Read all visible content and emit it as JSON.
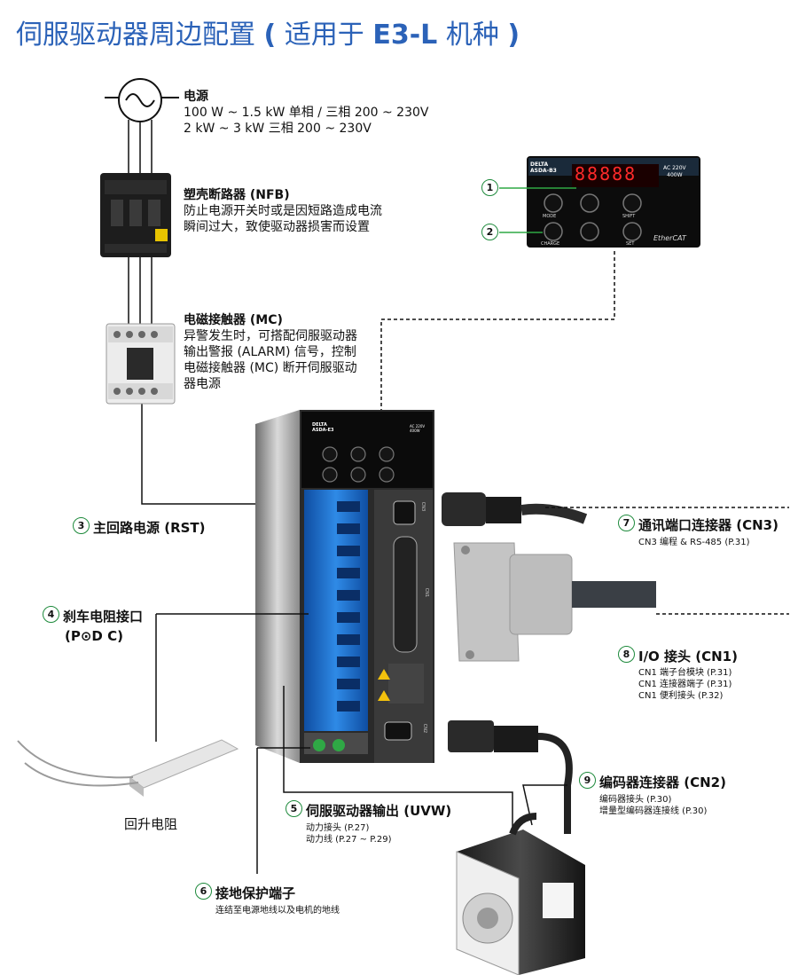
{
  "title": {
    "main": "伺服驱动器周边配置",
    "paren_open": "(",
    "sub_prefix": "适用于",
    "model": "E3-L",
    "sub_suffix": "机种",
    "paren_close": ")"
  },
  "power": {
    "heading": "电源",
    "line1": "100 W ~ 1.5 kW 单相 / 三相 200 ~ 230V",
    "line2": "2 kW ~ 3 kW 三相 200 ~ 230V"
  },
  "nfb": {
    "heading": "塑壳断路器 (NFB)",
    "line1": "防止电源开关时或是因短路造成电流",
    "line2": "瞬间过大，致使驱动器损害而设置"
  },
  "mc": {
    "heading": "电磁接触器 (MC)",
    "line1": "异警发生时，可搭配伺服驱动器",
    "line2": "输出警报 (ALARM) 信号，控制",
    "line3": "电磁接触器 (MC) 断开伺服驱动",
    "line4": "器电源"
  },
  "panel": {
    "brand": "DELTA",
    "model": "ASDA-B3",
    "display": "88888",
    "rating1": "AC 220V",
    "rating2": "400W",
    "btn_mode": "MODE",
    "btn_shift": "SHIFT",
    "btn_charge": "CHARGE",
    "btn_set": "SET",
    "logo": "EtherCAT"
  },
  "callouts": [
    {
      "n": "1"
    },
    {
      "n": "2"
    },
    {
      "n": "3",
      "label": "主回路电源 (RST)"
    },
    {
      "n": "4",
      "label": "刹车电阻接口",
      "label2": "(P⊙D C)"
    },
    {
      "n": "5",
      "label": "伺服驱动器输出 (UVW)",
      "subs": [
        "动力接头 (P.27)",
        "动力线 (P.27 ~ P.29)"
      ]
    },
    {
      "n": "6",
      "label": "接地保护端子",
      "subs": [
        "连结至电源地线以及电机的地线"
      ]
    },
    {
      "n": "7",
      "label": "通讯端口连接器 (CN3)",
      "subs": [
        "CN3 编程 & RS-485 (P.31)"
      ]
    },
    {
      "n": "8",
      "label": "I/O 接头 (CN1)",
      "subs": [
        "CN1 端子台模块 (P.31)",
        "CN1 连接器端子 (P.31)",
        "CN1 便利接头 (P.32)"
      ]
    },
    {
      "n": "9",
      "label": "编码器连接器 (CN2)",
      "subs": [
        "编码器接头 (P.30)",
        "增量型编码器连接线 (P.30)"
      ]
    }
  ],
  "resistor": {
    "label": "回升电阻"
  },
  "drive": {
    "brand": "DELTA",
    "model": "ASDA-E3",
    "rating1": "AC 220V",
    "rating2": "400W",
    "cn3": "CN3",
    "cn1": "CN1",
    "cn2": "CN2"
  },
  "colors": {
    "title": "#2b62b8",
    "badge_ring": "#1e8a3c",
    "terminal_blue": "#1f7fd8"
  }
}
